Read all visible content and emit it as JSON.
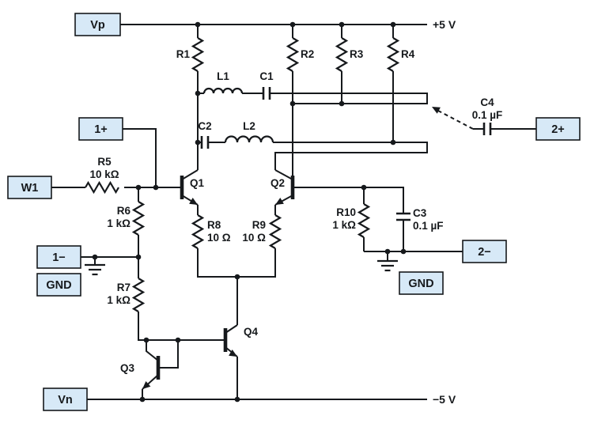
{
  "colors": {
    "background": "#ffffff",
    "ink": "#16191c",
    "box_fill": "#d7e9f7"
  },
  "rails": {
    "positive": "+5 V",
    "negative": "−5 V"
  },
  "terminals": {
    "vp": "Vp",
    "vn": "Vn",
    "w1": "W1",
    "one_plus": "1+",
    "one_minus": "1−",
    "gnd_left": "GND",
    "gnd_right": "GND",
    "two_plus": "2+",
    "two_minus": "2−"
  },
  "components": {
    "r1": {
      "ref": "R1"
    },
    "r2": {
      "ref": "R2"
    },
    "r3": {
      "ref": "R3"
    },
    "r4": {
      "ref": "R4"
    },
    "r5": {
      "ref": "R5",
      "value": "10 kΩ"
    },
    "r6": {
      "ref": "R6",
      "value": "1 kΩ"
    },
    "r7": {
      "ref": "R7",
      "value": "1 kΩ"
    },
    "r8": {
      "ref": "R8",
      "value": "10 Ω"
    },
    "r9": {
      "ref": "R9",
      "value": "10 Ω"
    },
    "r10": {
      "ref": "R10",
      "value": "1 kΩ"
    },
    "c1": {
      "ref": "C1"
    },
    "c2": {
      "ref": "C2"
    },
    "c3": {
      "ref": "C3",
      "value": "0.1 µF"
    },
    "c4": {
      "ref": "C4",
      "value": "0.1 µF"
    },
    "l1": {
      "ref": "L1"
    },
    "l2": {
      "ref": "L2"
    },
    "q1": {
      "ref": "Q1"
    },
    "q2": {
      "ref": "Q2"
    },
    "q3": {
      "ref": "Q3"
    },
    "q4": {
      "ref": "Q4"
    }
  }
}
